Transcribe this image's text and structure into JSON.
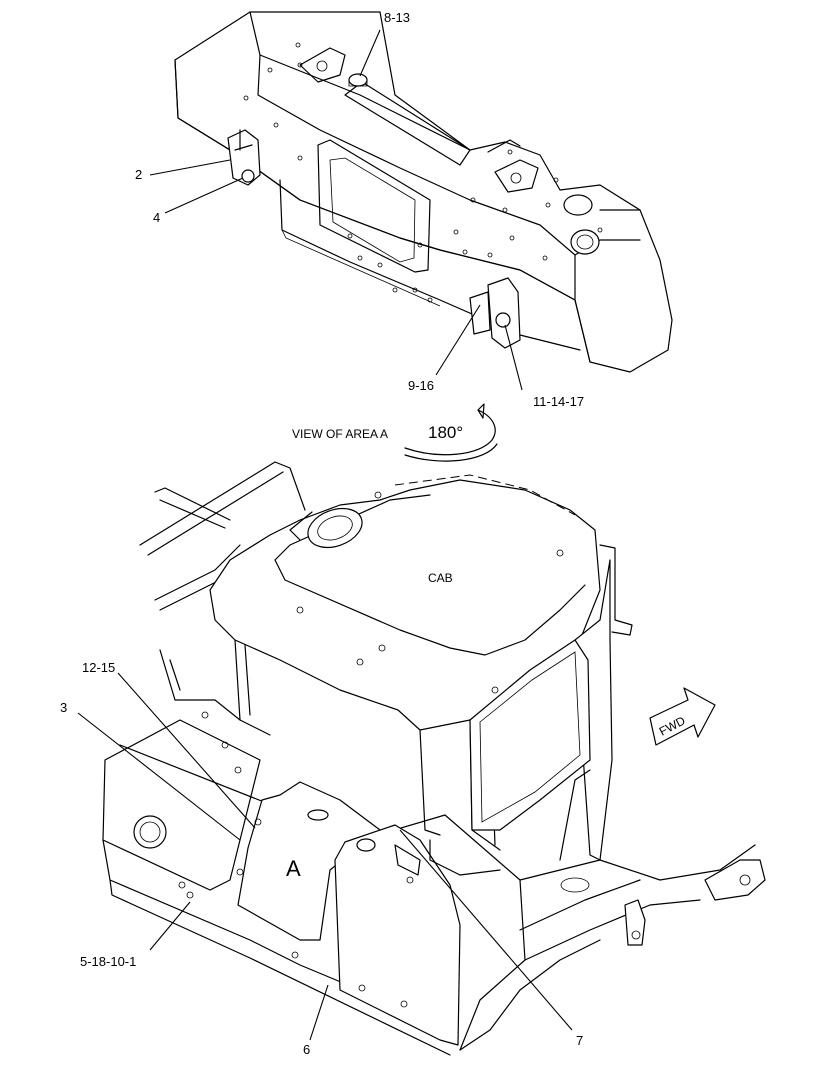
{
  "callouts": {
    "c_8_13": "8-13",
    "c_2": "2",
    "c_4": "4",
    "c_9_16": "9-16",
    "c_11_14_17": "11-14-17",
    "c_12_15": "12-15",
    "c_3": "3",
    "c_5_18_10_1": "5-18-10-1",
    "c_6": "6",
    "c_7": "7"
  },
  "view_label": "VIEW OF AREA  A",
  "rotation_label": "180°",
  "cab_label": "CAB",
  "area_marker": "A",
  "fwd_label": "FWD"
}
